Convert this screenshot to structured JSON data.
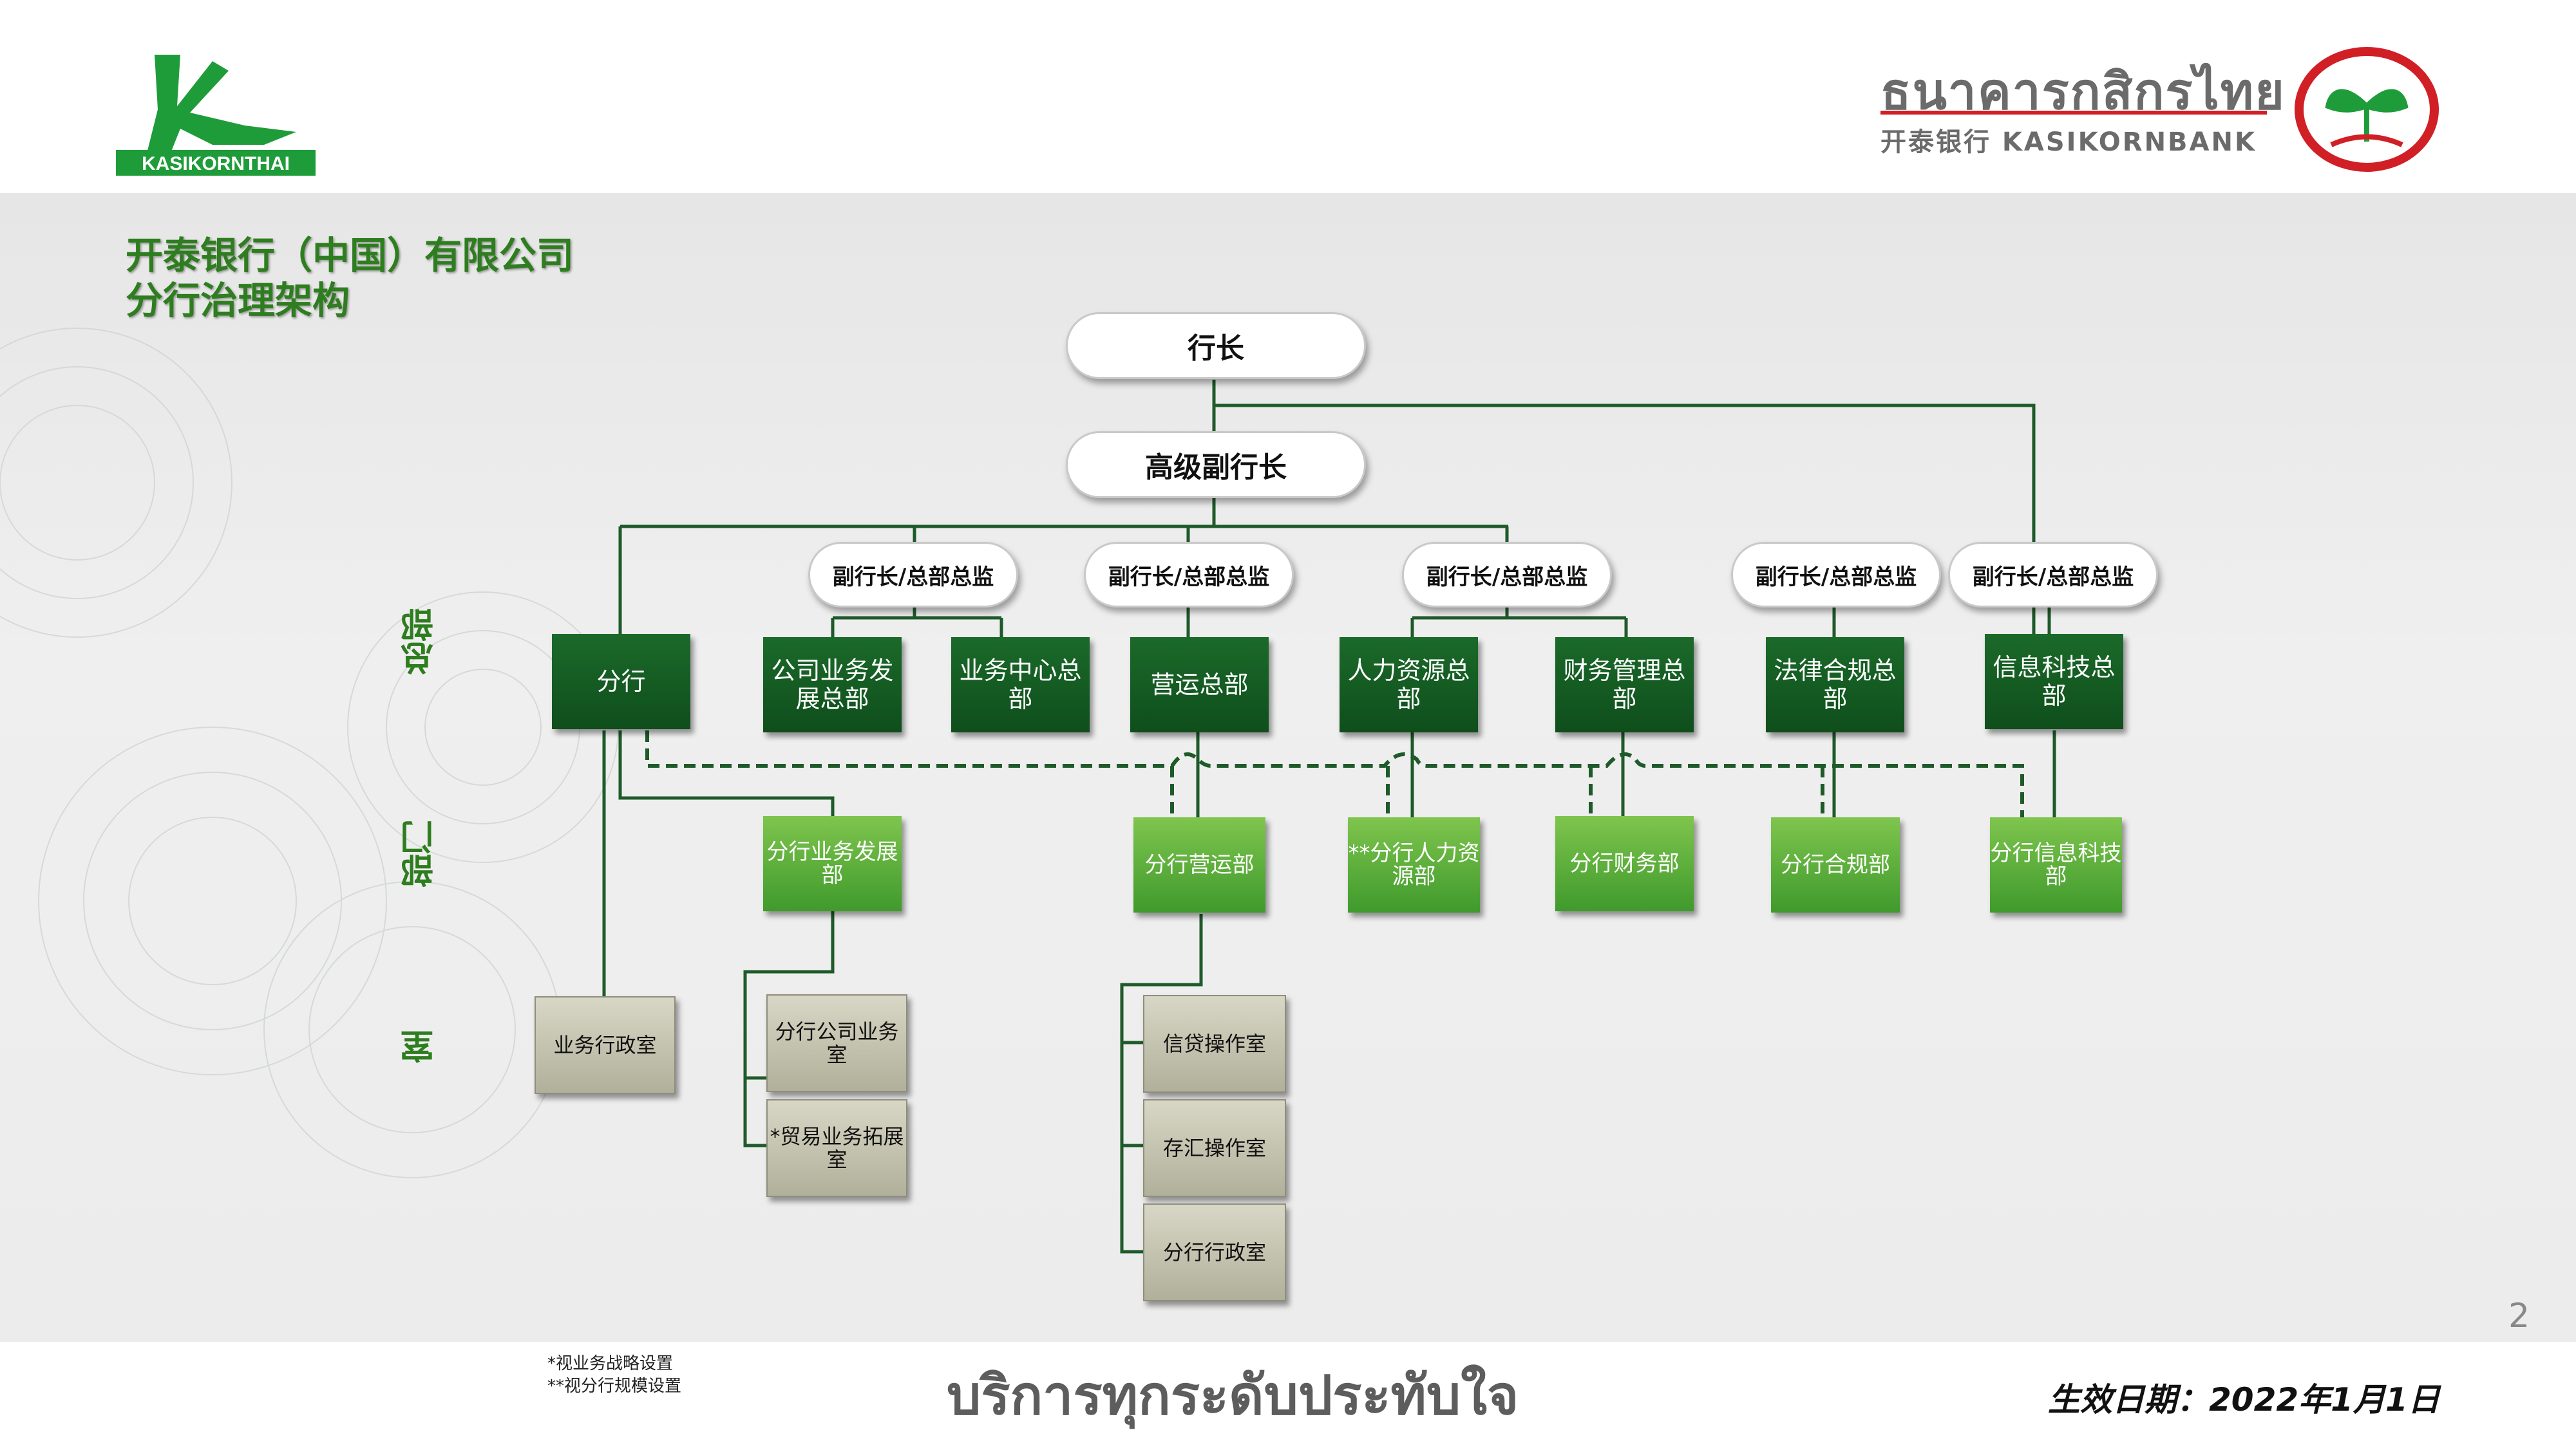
{
  "header": {
    "logo_text": "KASIKORNTHAI",
    "bank_name_thai": "ธนาคารกสิกรไทย",
    "bank_name_en": "开泰银行 KASIKORNBANK"
  },
  "title": {
    "line1": "开泰银行（中国）有限公司",
    "line2": "分行治理架构"
  },
  "levels": {
    "hq": "总部",
    "dept": "部门",
    "room": "室"
  },
  "chart": {
    "president": "行长",
    "senior_vp": "高级副行长",
    "vps": [
      "副行长/总部总监",
      "副行长/总部总监",
      "副行长/总部总监",
      "副行长/总部总监",
      "副行长/总部总监"
    ],
    "hq_units": {
      "branch": "分行",
      "corp_dev": "公司业务发展总部",
      "biz_center": "业务中心总部",
      "ops": "营运总部",
      "hr": "人力资源总部",
      "finance": "财务管理总部",
      "legal": "法律合规总部",
      "it": "信息科技总部"
    },
    "departments": {
      "biz_dev": "分行业务发展部",
      "ops": "分行营运部",
      "hr": "**分行人力资源部",
      "finance": "分行财务部",
      "compliance": "分行合规部",
      "it": "分行信息科技部"
    },
    "rooms": {
      "admin": "业务行政室",
      "corp_biz": "分行公司业务室",
      "trade": "*贸易业务拓展室",
      "credit_ops": "信贷操作室",
      "deposit_ops": "存汇操作室",
      "branch_admin": "分行行政室"
    }
  },
  "footer": {
    "note1": "*视业务战略设置",
    "note2": "**视分行规模设置",
    "slogan": "บริการทุกระดับประทับใจ",
    "effective_date": "生效日期：2022年1月1日",
    "page_number": "2"
  },
  "colors": {
    "brand_green": "#2e7d1f",
    "hq_box": "#14592a",
    "dept_box": "#5aa83a",
    "room_box": "#c4c3ae",
    "bank_red": "#d11f26"
  }
}
